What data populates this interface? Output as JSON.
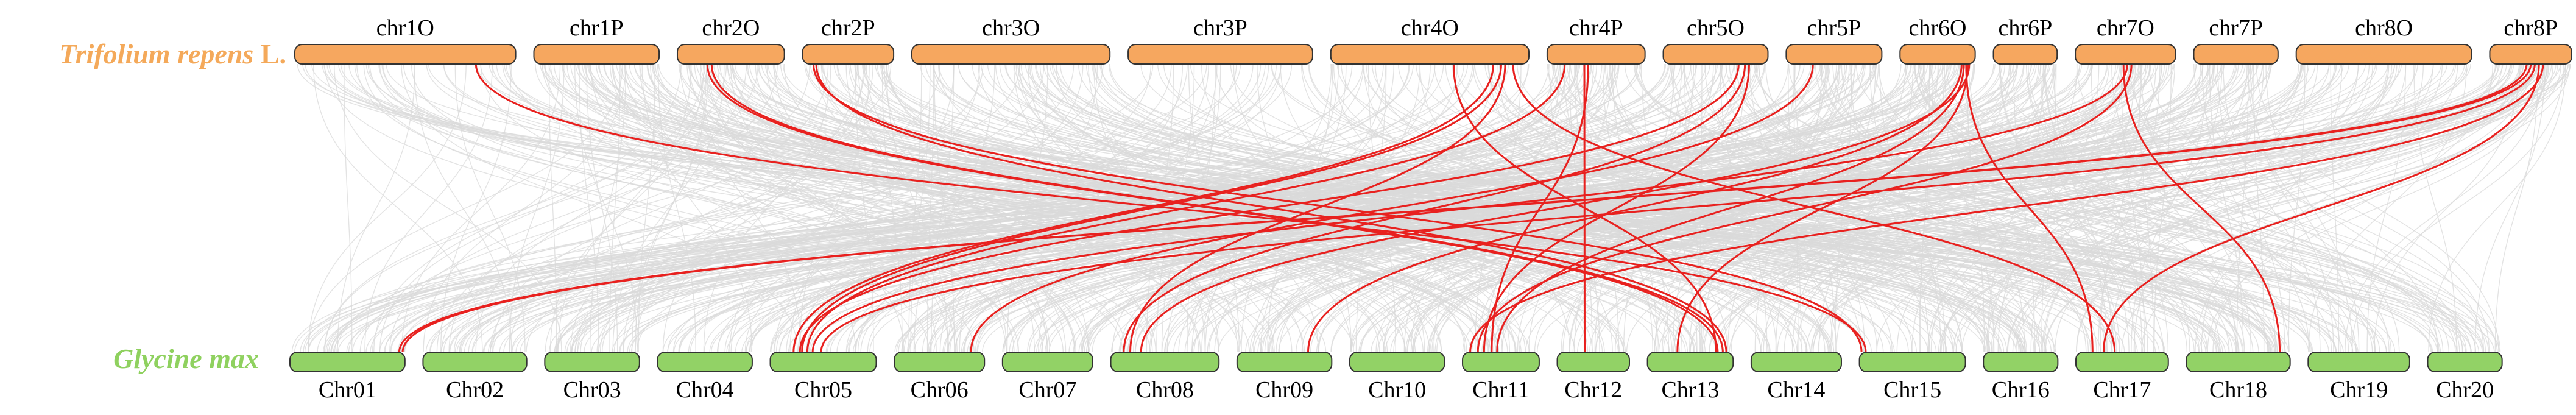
{
  "colors": {
    "top_species": "#f4a95a",
    "bottom_species": "#8fd15f",
    "top_bar_fill": "#f6a75f",
    "bottom_bar_fill": "#92d266",
    "bar_stroke": "#333333",
    "background_links": "#d9d9d9",
    "highlight_links": "#e8211f"
  },
  "top_genome": {
    "species_italic": "Trifolium repens",
    "species_suffix": " L.",
    "chromosomes": [
      {
        "name": "chr1O",
        "start": 0.0,
        "end": 0.097
      },
      {
        "name": "chr1P",
        "start": 0.105,
        "end": 0.16
      },
      {
        "name": "chr2O",
        "start": 0.168,
        "end": 0.215
      },
      {
        "name": "chr2P",
        "start": 0.223,
        "end": 0.263
      },
      {
        "name": "chr3O",
        "start": 0.271,
        "end": 0.358
      },
      {
        "name": "chr3P",
        "start": 0.366,
        "end": 0.447
      },
      {
        "name": "chr4O",
        "start": 0.455,
        "end": 0.542
      },
      {
        "name": "chr4P",
        "start": 0.55,
        "end": 0.593
      },
      {
        "name": "chr5O",
        "start": 0.601,
        "end": 0.647
      },
      {
        "name": "chr5P",
        "start": 0.655,
        "end": 0.697
      },
      {
        "name": "chr6O",
        "start": 0.705,
        "end": 0.738
      },
      {
        "name": "chr6P",
        "start": 0.746,
        "end": 0.774
      },
      {
        "name": "chr7O",
        "start": 0.782,
        "end": 0.826
      },
      {
        "name": "chr7P",
        "start": 0.834,
        "end": 0.871
      },
      {
        "name": "chr8O",
        "start": 0.879,
        "end": 0.956
      },
      {
        "name": "chr8P",
        "start": 0.964,
        "end": 1.0
      }
    ]
  },
  "bottom_genome": {
    "species": "Glycine max",
    "chromosomes": [
      {
        "name": "Chr01",
        "start": 0.0,
        "end": 0.051
      },
      {
        "name": "Chr02",
        "start": 0.059,
        "end": 0.105
      },
      {
        "name": "Chr03",
        "start": 0.113,
        "end": 0.155
      },
      {
        "name": "Chr04",
        "start": 0.163,
        "end": 0.205
      },
      {
        "name": "Chr05",
        "start": 0.213,
        "end": 0.26
      },
      {
        "name": "Chr06",
        "start": 0.268,
        "end": 0.308
      },
      {
        "name": "Chr07",
        "start": 0.316,
        "end": 0.356
      },
      {
        "name": "Chr08",
        "start": 0.364,
        "end": 0.412
      },
      {
        "name": "Chr09",
        "start": 0.42,
        "end": 0.462
      },
      {
        "name": "Chr10",
        "start": 0.47,
        "end": 0.512
      },
      {
        "name": "Chr11",
        "start": 0.52,
        "end": 0.554
      },
      {
        "name": "Chr12",
        "start": 0.562,
        "end": 0.594
      },
      {
        "name": "Chr13",
        "start": 0.602,
        "end": 0.64
      },
      {
        "name": "Chr14",
        "start": 0.648,
        "end": 0.688
      },
      {
        "name": "Chr15",
        "start": 0.696,
        "end": 0.743
      },
      {
        "name": "Chr16",
        "start": 0.751,
        "end": 0.784
      },
      {
        "name": "Chr17",
        "start": 0.792,
        "end": 0.833
      },
      {
        "name": "Chr18",
        "start": 0.841,
        "end": 0.887
      },
      {
        "name": "Chr19",
        "start": 0.895,
        "end": 0.94
      },
      {
        "name": "Chr20",
        "start": 0.948,
        "end": 0.981
      }
    ]
  },
  "highlighted_links": [
    {
      "from": "chr1O",
      "from_pos": 0.82,
      "to": "Chr15",
      "to_pos": 0.06
    },
    {
      "from": "chr2O",
      "from_pos": 0.28,
      "to": "Chr13",
      "to_pos": 0.82
    },
    {
      "from": "chr2O",
      "from_pos": 0.32,
      "to": "Chr13",
      "to_pos": 0.88
    },
    {
      "from": "chr2P",
      "from_pos": 0.12,
      "to": "Chr15",
      "to_pos": 0.02
    },
    {
      "from": "chr2P",
      "from_pos": 0.15,
      "to": "Chr13",
      "to_pos": 0.92
    },
    {
      "from": "chr4O",
      "from_pos": 0.62,
      "to": "Chr13",
      "to_pos": 0.8
    },
    {
      "from": "chr4O",
      "from_pos": 0.82,
      "to": "Chr05",
      "to_pos": 0.22
    },
    {
      "from": "chr4O",
      "from_pos": 0.86,
      "to": "Chr05",
      "to_pos": 0.3
    },
    {
      "from": "chr4O",
      "from_pos": 0.88,
      "to": "Chr08",
      "to_pos": 0.18
    },
    {
      "from": "chr4O",
      "from_pos": 0.92,
      "to": "Chr17",
      "to_pos": 0.42
    },
    {
      "from": "chr4P",
      "from_pos": 0.18,
      "to": "Chr05",
      "to_pos": 0.35
    },
    {
      "from": "chr4P",
      "from_pos": 0.38,
      "to": "Chr12",
      "to_pos": 0.38
    },
    {
      "from": "chr4P",
      "from_pos": 0.42,
      "to": "Chr11",
      "to_pos": 0.38
    },
    {
      "from": "chr5O",
      "from_pos": 0.72,
      "to": "Chr05",
      "to_pos": 0.28
    },
    {
      "from": "chr5O",
      "from_pos": 0.78,
      "to": "Chr08",
      "to_pos": 0.12
    },
    {
      "from": "chr5O",
      "from_pos": 0.82,
      "to": "Chr11",
      "to_pos": 0.28
    },
    {
      "from": "chr5P",
      "from_pos": 0.28,
      "to": "Chr06",
      "to_pos": 0.85
    },
    {
      "from": "chr6O",
      "from_pos": 0.82,
      "to": "Chr09",
      "to_pos": 0.75
    },
    {
      "from": "chr6O",
      "from_pos": 0.85,
      "to": "Chr11",
      "to_pos": 0.45
    },
    {
      "from": "chr6O",
      "from_pos": 0.88,
      "to": "Chr17",
      "to_pos": 0.18
    },
    {
      "from": "chr6O",
      "from_pos": 0.9,
      "to": "Chr13",
      "to_pos": 0.35
    },
    {
      "from": "chr6O",
      "from_pos": 0.92,
      "to": "Chr08",
      "to_pos": 0.28
    },
    {
      "from": "chr7O",
      "from_pos": 0.48,
      "to": "Chr18",
      "to_pos": 0.9
    },
    {
      "from": "chr7O",
      "from_pos": 0.52,
      "to": "Chr05",
      "to_pos": 0.4
    },
    {
      "from": "chr7O",
      "from_pos": 0.56,
      "to": "Chr11",
      "to_pos": 0.2
    },
    {
      "from": "chr8P",
      "from_pos": 0.45,
      "to": "Chr01",
      "to_pos": 0.95
    },
    {
      "from": "chr8P",
      "from_pos": 0.5,
      "to": "Chr01",
      "to_pos": 0.98
    },
    {
      "from": "chr8P",
      "from_pos": 0.55,
      "to": "Chr05",
      "to_pos": 0.48
    },
    {
      "from": "chr8P",
      "from_pos": 0.6,
      "to": "Chr17",
      "to_pos": 0.3
    },
    {
      "from": "chr8P",
      "from_pos": 0.65,
      "to": "Chr11",
      "to_pos": 0.1
    }
  ]
}
